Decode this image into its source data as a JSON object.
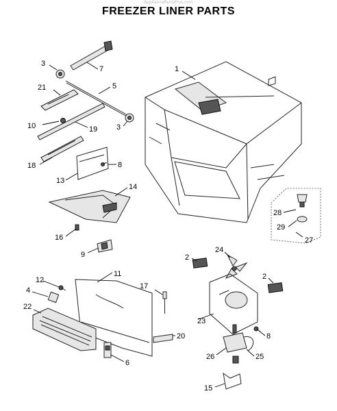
{
  "watermark": "AppliancePartsPros.com",
  "title": "FREEZER LINER PARTS",
  "callouts": {
    "c1": "1",
    "c2a": "2",
    "c2b": "2",
    "c3a": "3",
    "c3b": "3",
    "c4": "4",
    "c5": "5",
    "c6": "6",
    "c7": "7",
    "c8a": "8",
    "c8b": "8",
    "c9": "9",
    "c10": "10",
    "c11": "11",
    "c12": "12",
    "c13": "13",
    "c14": "14",
    "c15": "15",
    "c16": "16",
    "c17": "17",
    "c18": "18",
    "c19": "19",
    "c20": "20",
    "c21": "21",
    "c22": "22",
    "c23": "23",
    "c24": "24",
    "c25": "25",
    "c26": "26",
    "c27": "27",
    "c28": "28",
    "c29": "29"
  }
}
